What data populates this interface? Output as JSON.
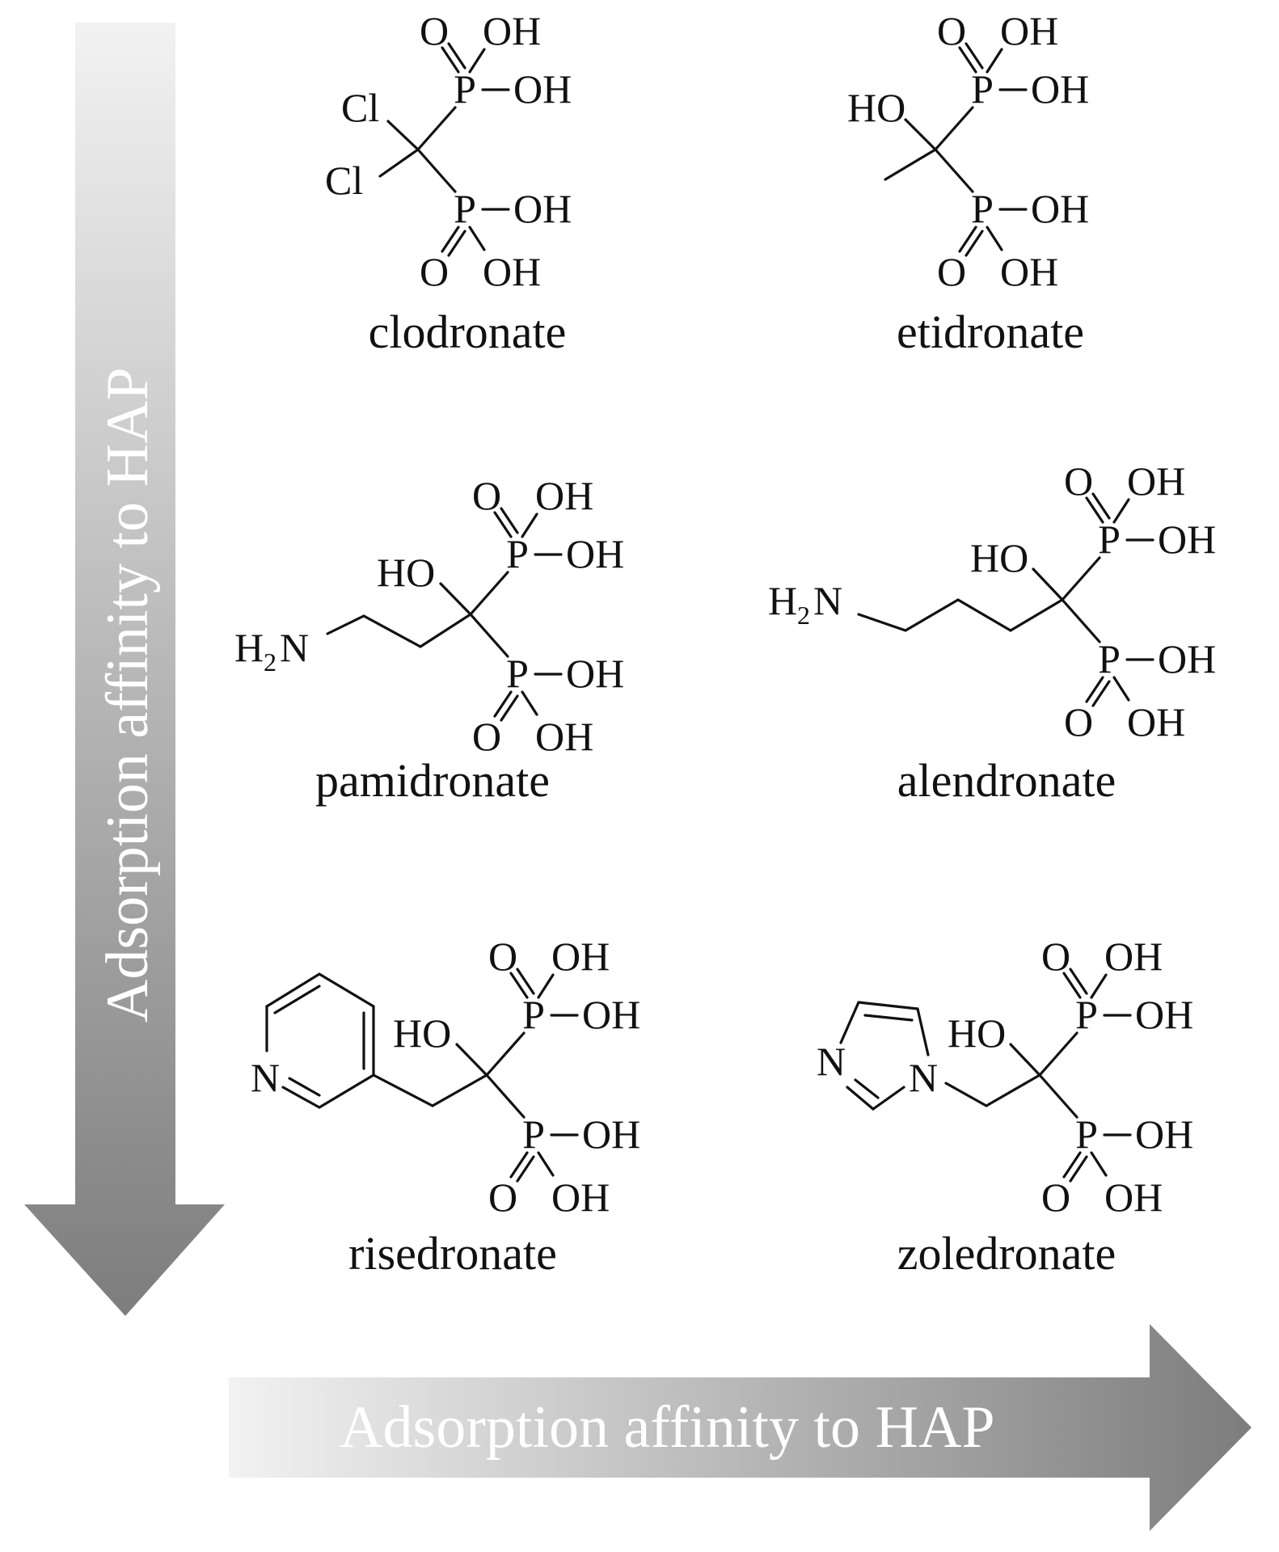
{
  "arrows": {
    "vertical_label": "Adsorption affinity to HAP",
    "horizontal_label": "Adsorption affinity to HAP",
    "gradient_light": "#f2f2f2",
    "gradient_dark": "#808080"
  },
  "atoms": {
    "O": "O",
    "OH": "OH",
    "P": "P",
    "HO": "HO",
    "Cl": "Cl",
    "N": "N",
    "H": "H",
    "sub2": "2"
  },
  "compounds": {
    "clodronate": "clodronate",
    "etidronate": "etidronate",
    "pamidronate": "pamidronate",
    "alendronate": "alendronate",
    "risedronate": "risedronate",
    "zoledronate": "zoledronate"
  }
}
